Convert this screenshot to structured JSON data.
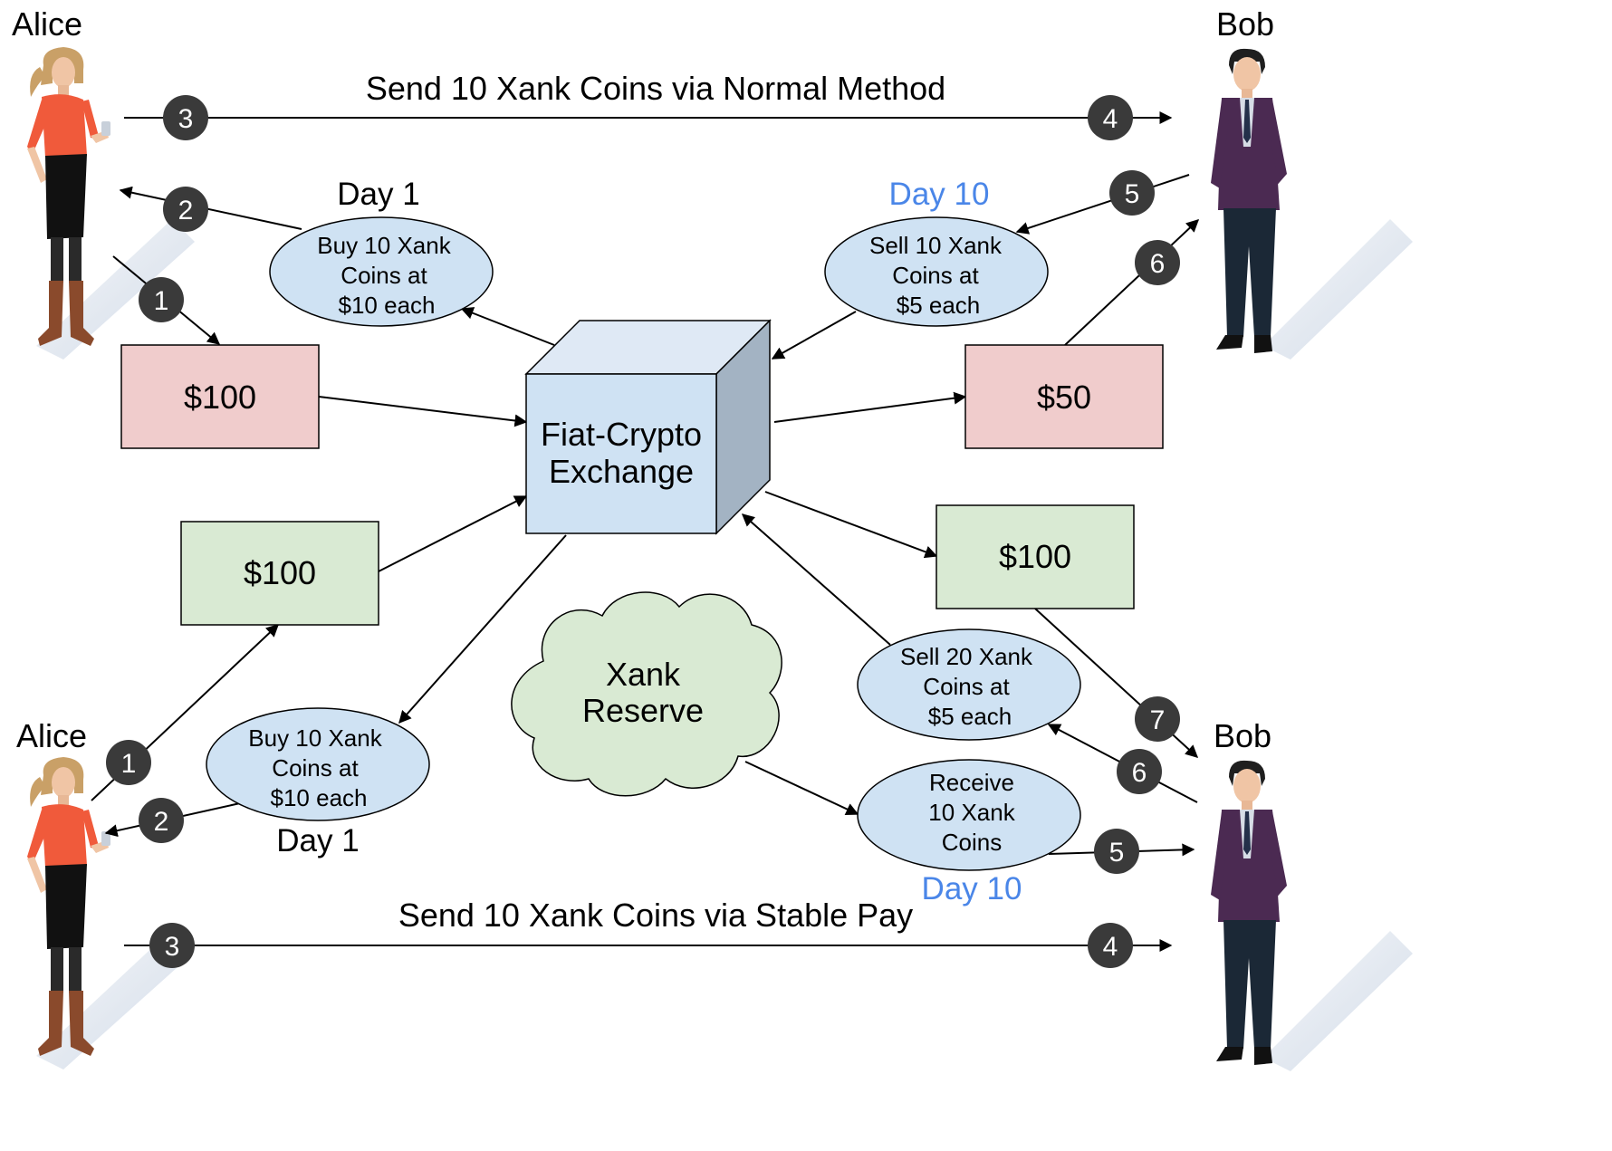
{
  "colors": {
    "money_red": "#f0cccc",
    "money_green": "#d9ead3",
    "ellipse_blue": "#cfe2f3",
    "cube_front": "#cfe2f3",
    "cloud_green": "#d9ead3",
    "day_blue": "#4a86e8",
    "number_badge": "#3a3a3a"
  },
  "top": {
    "alice_name": "Alice",
    "bob_name": "Bob",
    "send_label": "Send 10 Xank Coins via Normal Method",
    "day_left": "Day 1",
    "day_right": "Day 10",
    "buy_line1": "Buy 10 Xank",
    "buy_line2": "Coins at",
    "buy_line3": "$10 each",
    "sell_line1": "Sell 10 Xank",
    "sell_line2": "Coins at",
    "sell_line3": "$5 each",
    "money_left": "$100",
    "money_right": "$50"
  },
  "center": {
    "exchange_line1": "Fiat-Crypto",
    "exchange_line2": "Exchange",
    "reserve_line1": "Xank",
    "reserve_line2": "Reserve"
  },
  "bottom": {
    "alice_name": "Alice",
    "bob_name": "Bob",
    "send_label": "Send 10 Xank Coins via Stable Pay",
    "day_left": "Day 1",
    "day_right": "Day 10",
    "buy_line1": "Buy 10 Xank",
    "buy_line2": "Coins at",
    "buy_line3": "$10 each",
    "sell_line1": "Sell 20 Xank",
    "sell_line2": "Coins at",
    "sell_line3": "$5 each",
    "receive_line1": "Receive",
    "receive_line2": "10 Xank",
    "receive_line3": "Coins",
    "money_left": "$100",
    "money_right": "$100"
  },
  "steps": {
    "s1": "1",
    "s2": "2",
    "s3": "3",
    "s4": "4",
    "s5": "5",
    "s6": "6",
    "s7": "7"
  },
  "icons": {
    "alice": "woman-with-phone-icon",
    "bob": "man-in-suit-icon"
  }
}
